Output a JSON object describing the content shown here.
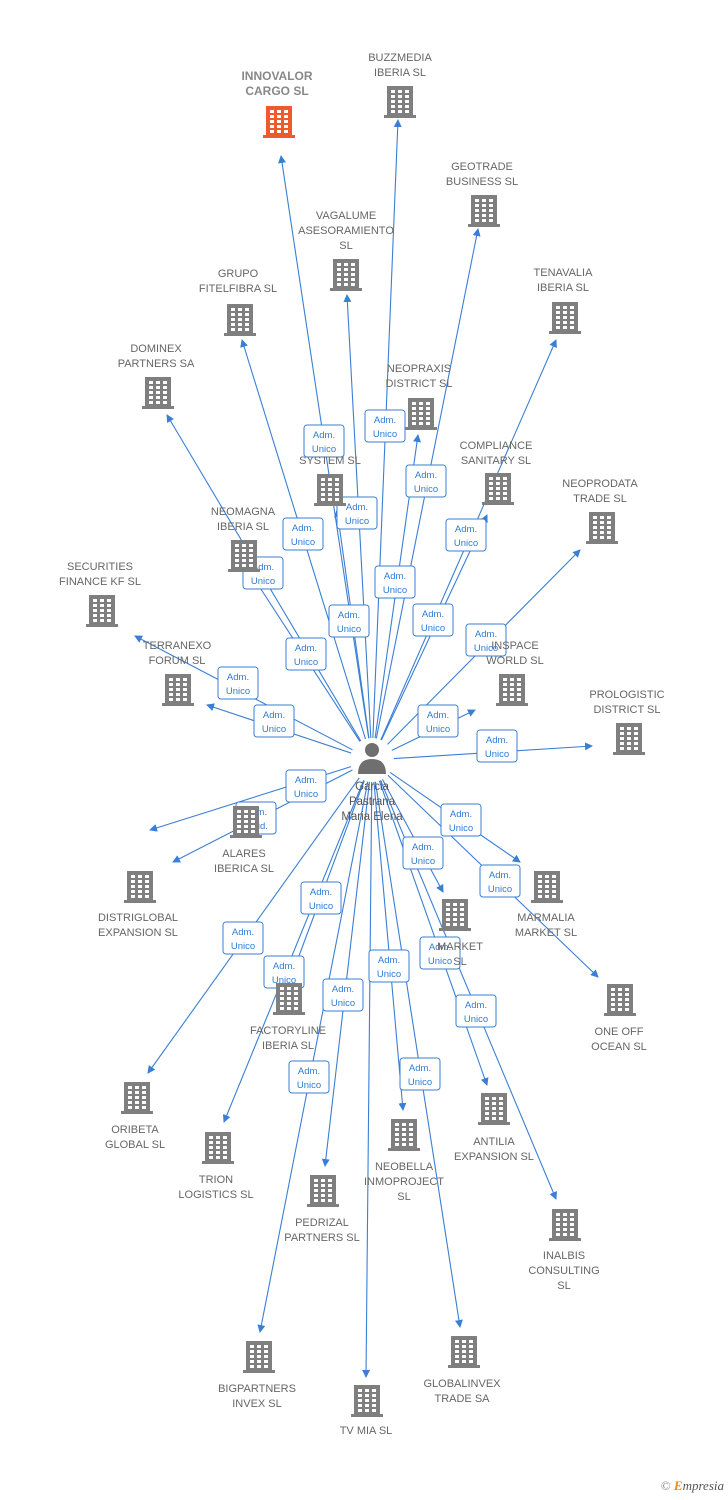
{
  "center": {
    "name_lines": [
      "Garcia",
      "Pastrana",
      "Maria Elena"
    ],
    "icon": "person-icon"
  },
  "companies": [
    {
      "id": "innovalor",
      "lines": [
        "INNOVALOR",
        "CARGO  SL"
      ],
      "highlight": true,
      "icon": "building-icon"
    },
    {
      "id": "buzzmedia",
      "lines": [
        "BUZZMEDIA",
        "IBERIA  SL"
      ],
      "icon": "building-icon"
    },
    {
      "id": "geotrade",
      "lines": [
        "GEOTRADE",
        "BUSINESS  SL"
      ],
      "icon": "building-icon"
    },
    {
      "id": "vagalume",
      "lines": [
        "VAGALUME",
        "ASESORAMIENTO",
        "SL"
      ],
      "icon": "building-icon"
    },
    {
      "id": "grupo",
      "lines": [
        "GRUPO",
        "FITELFIBRA  SL"
      ],
      "icon": "building-icon"
    },
    {
      "id": "tenavalia",
      "lines": [
        "TENAVALIA",
        "IBERIA  SL"
      ],
      "icon": "building-icon"
    },
    {
      "id": "dominex",
      "lines": [
        "DOMINEX",
        "PARTNERS SA"
      ],
      "icon": "building-icon"
    },
    {
      "id": "neopraxis",
      "lines": [
        "NEOPRAXIS",
        "DISTRICT  SL"
      ],
      "icon": "building-icon"
    },
    {
      "id": "system",
      "lines": [
        "SYSTEM SL"
      ],
      "icon": "building-icon"
    },
    {
      "id": "compliance",
      "lines": [
        "COMPLIANCE",
        "SANITARY  SL"
      ],
      "icon": "building-icon"
    },
    {
      "id": "neoprodata",
      "lines": [
        "NEOPRODATA",
        "TRADE  SL"
      ],
      "icon": "building-icon"
    },
    {
      "id": "neomagna",
      "lines": [
        "NEOMAGNA",
        "IBERIA  SL"
      ],
      "icon": "building-icon"
    },
    {
      "id": "securities",
      "lines": [
        "SECURITIES",
        "FINANCE KF  SL"
      ],
      "icon": "building-icon"
    },
    {
      "id": "terranexo",
      "lines": [
        "TERRANEXO",
        "FORUM  SL"
      ],
      "icon": "building-icon"
    },
    {
      "id": "inspace",
      "lines": [
        "INSPACE",
        "WORLD  SL"
      ],
      "icon": "building-icon"
    },
    {
      "id": "prologistic",
      "lines": [
        "PROLOGISTIC",
        "DISTRICT  SL"
      ],
      "icon": "building-icon"
    },
    {
      "id": "alares",
      "lines": [
        "ALARES",
        "IBERICA  SL"
      ],
      "icon": "building-icon"
    },
    {
      "id": "distriglobal",
      "lines": [
        "DISTRIGLOBAL",
        "EXPANSION  SL"
      ],
      "icon": "building-icon"
    },
    {
      "id": "marmalia",
      "lines": [
        "MARMALIA",
        "MARKET  SL"
      ],
      "icon": "building-icon"
    },
    {
      "id": "market",
      "lines": [
        "MARKET",
        "SL"
      ],
      "icon": "building-icon"
    },
    {
      "id": "factoryline",
      "lines": [
        "FACTORYLINE",
        "IBERIA  SL"
      ],
      "icon": "building-icon"
    },
    {
      "id": "oneoff",
      "lines": [
        "ONE OFF",
        "OCEAN  SL"
      ],
      "icon": "building-icon"
    },
    {
      "id": "oribeta",
      "lines": [
        "ORIBETA",
        "GLOBAL  SL"
      ],
      "icon": "building-icon"
    },
    {
      "id": "antilia",
      "lines": [
        "ANTILIA",
        "EXPANSION  SL"
      ],
      "icon": "building-icon"
    },
    {
      "id": "trion",
      "lines": [
        "TRION",
        "LOGISTICS  SL"
      ],
      "icon": "building-icon"
    },
    {
      "id": "neobella",
      "lines": [
        "NEOBELLA",
        "INMOPROJECT",
        "SL"
      ],
      "icon": "building-icon"
    },
    {
      "id": "pedrizal",
      "lines": [
        "PEDRIZAL",
        "PARTNERS  SL"
      ],
      "icon": "building-icon"
    },
    {
      "id": "inalbis",
      "lines": [
        "INALBIS",
        "CONSULTING",
        "SL"
      ],
      "icon": "building-icon"
    },
    {
      "id": "bigpartners",
      "lines": [
        "BIGPARTNERS",
        "INVEX  SL"
      ],
      "icon": "building-icon"
    },
    {
      "id": "globalinvex",
      "lines": [
        "GLOBALINVEX",
        "TRADE SA"
      ],
      "icon": "building-icon"
    },
    {
      "id": "tvmia",
      "lines": [
        "TV MIA  SL"
      ],
      "icon": "building-icon"
    }
  ],
  "role_labels": [
    [
      "Adm.",
      "Unico"
    ],
    [
      "Adm.",
      "Unico"
    ],
    [
      "Adm.",
      "Unico"
    ],
    [
      "Adm.",
      "Unico"
    ],
    [
      "Adm.",
      "Unico"
    ],
    [
      "Adm.",
      "Unico"
    ],
    [
      "Adm.",
      "Unico"
    ],
    [
      "Adm.",
      "Unico"
    ],
    [
      "Adm.",
      "Unico"
    ],
    [
      "Adm.",
      "Unico"
    ],
    [
      "Adm.",
      "Unico"
    ],
    [
      "Adm.",
      "Unico"
    ],
    [
      "Adm.",
      "Unico"
    ],
    [
      "Adm.",
      "Unico"
    ],
    [
      "Adm.",
      "Unico"
    ],
    [
      "Adm.",
      "Unico"
    ],
    [
      "Adm.",
      "Unico"
    ],
    [
      "Adm.",
      "Solid."
    ],
    [
      "Adm.",
      "Unico"
    ],
    [
      "Adm.",
      "Unico"
    ],
    [
      "Adm.",
      "Unico"
    ],
    [
      "Adm.",
      "Unico"
    ],
    [
      "Adm.",
      "Unico"
    ],
    [
      "Adm.",
      "Unico"
    ],
    [
      "Adm.",
      "Unico"
    ],
    [
      "Adm.",
      "Unico"
    ],
    [
      "Adm.",
      "Unico"
    ],
    [
      "Adm.",
      "Unico"
    ],
    [
      "Adm.",
      "Unico"
    ],
    [
      "Adm.",
      "Unico"
    ]
  ],
  "colors": {
    "edge": "#3a7fd5",
    "building": "#7f7f7f",
    "highlight": "#ef5a2a",
    "person": "#6f6f6f"
  },
  "brand": {
    "copyright": "©",
    "e": "E",
    "rest": "mpresia"
  }
}
